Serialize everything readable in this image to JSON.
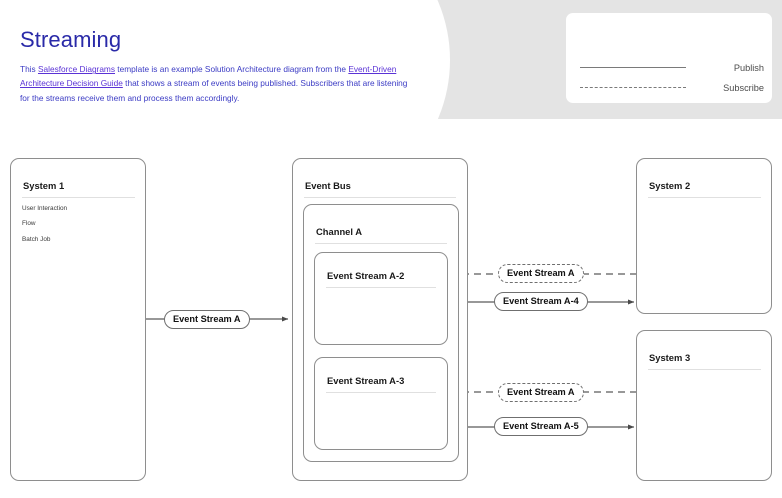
{
  "header": {
    "title": "Streaming",
    "body_pre": "This ",
    "link1": "Salesforce Diagrams",
    "body_mid1": " template is an example Solution Architecture diagram from the ",
    "link2": "Event-Driven Architecture Decision Guide",
    "body_mid2": " that shows a stream of events being published. Subscribers that are listening for the streams receive them and process them accordingly."
  },
  "legend": {
    "publish_label": "Publish",
    "subscribe_label": "Subscribe",
    "publish_style": "solid",
    "subscribe_style": "dashed",
    "line_color": "#7a7a7a"
  },
  "diagram": {
    "system1": {
      "title": "System 1",
      "items": [
        "User Interaction",
        "Flow",
        "Batch Job"
      ]
    },
    "event_bus": {
      "title": "Event Bus"
    },
    "channel_a": {
      "title": "Channel A"
    },
    "stream_a2": {
      "title": "Event Stream A-2"
    },
    "stream_a3": {
      "title": "Event Stream A-3"
    },
    "system2": {
      "title": "System 2"
    },
    "system3": {
      "title": "System 3"
    },
    "connectors": [
      {
        "label": "Event Stream A",
        "style": "solid",
        "from": "system1",
        "to": "event_bus"
      },
      {
        "label": "Event Stream A",
        "style": "dashed",
        "from": "system2",
        "to": "stream_a2"
      },
      {
        "label": "Event Stream A-4",
        "style": "solid",
        "from": "stream_a2",
        "to": "system2"
      },
      {
        "label": "Event Stream A",
        "style": "dashed",
        "from": "system3",
        "to": "stream_a3"
      },
      {
        "label": "Event Stream A-5",
        "style": "solid",
        "from": "stream_a3",
        "to": "system3"
      }
    ]
  },
  "colors": {
    "title": "#2a2aa8",
    "body": "#3b3bc4",
    "link": "#5a32d6",
    "band": "#e4e4e4",
    "box_border": "#8e8e8e",
    "wire": "#5a5a5a"
  }
}
